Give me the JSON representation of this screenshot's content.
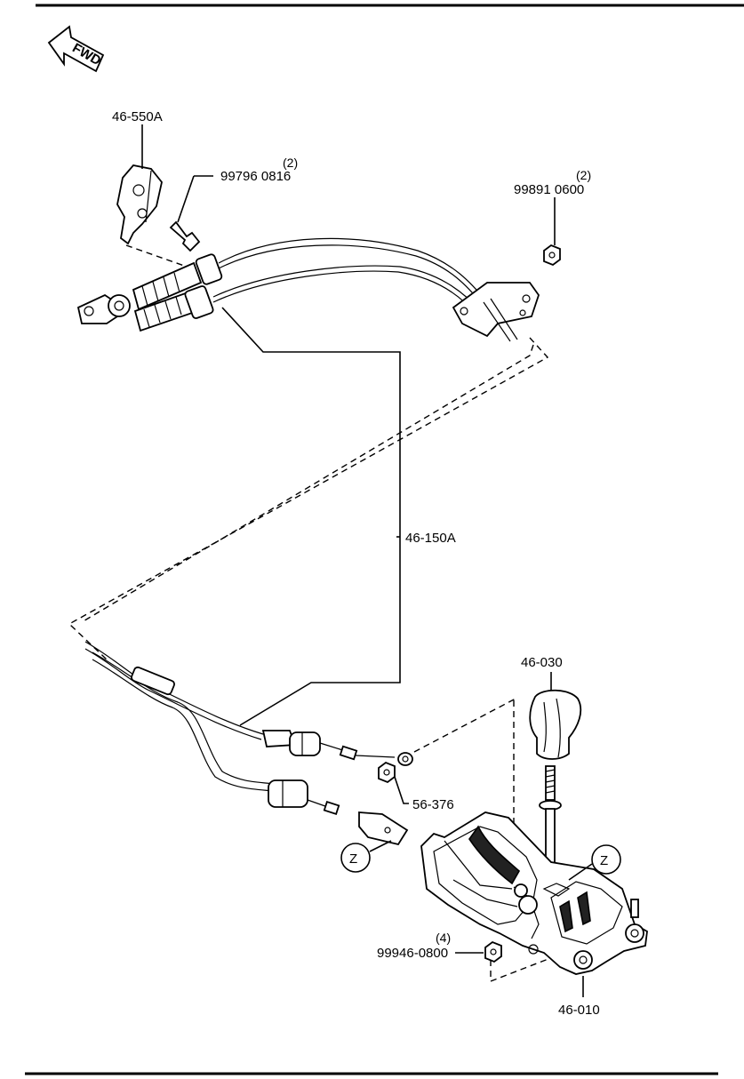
{
  "fwd_label": "FWD",
  "parts": {
    "bracket": "46-550A",
    "bolt": "99796 0816",
    "bolt_qty": "(2)",
    "nut_top": "99891 0600",
    "nut_top_qty": "(2)",
    "cable": "46-150A",
    "knob": "46-030",
    "clip": "56-376",
    "nut_bottom": "99946-0800",
    "nut_bottom_qty": "(4)",
    "shifter_base": "46-010"
  },
  "detail_marks": [
    "Z",
    "Z"
  ]
}
